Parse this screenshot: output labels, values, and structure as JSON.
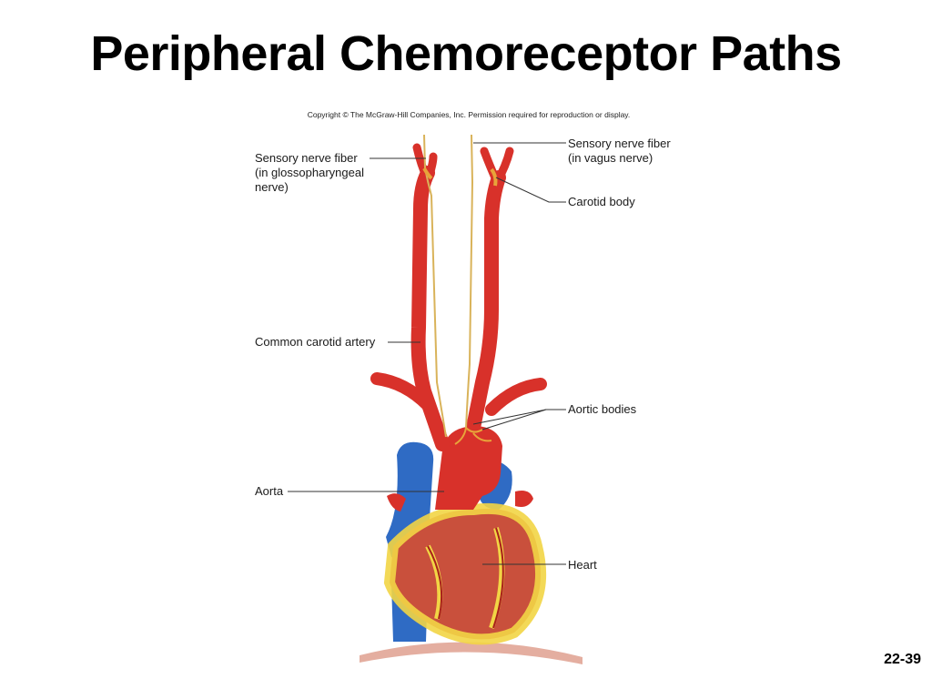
{
  "slide": {
    "title": "Peripheral Chemoreceptor Paths",
    "copyright": "Copyright © The McGraw-Hill Companies, Inc. Permission required for reproduction or display.",
    "slide_number": "22-39"
  },
  "labels": {
    "sensory_glosso_line1": "Sensory nerve fiber",
    "sensory_glosso_line2": "(in glossopharyngeal",
    "sensory_glosso_line3": "nerve)",
    "sensory_vagus_line1": "Sensory nerve fiber",
    "sensory_vagus_line2": "(in vagus nerve)",
    "carotid_body": "Carotid body",
    "common_carotid_artery": "Common carotid artery",
    "aortic_bodies": "Aortic bodies",
    "aorta": "Aorta",
    "heart": "Heart"
  },
  "colors": {
    "artery": "#d8312a",
    "artery_dark": "#a9201b",
    "vein": "#2f6bc4",
    "vein_dark": "#1f4d96",
    "fat": "#f2d545",
    "nerve": "#d9b35a",
    "muscle": "#c9503c",
    "leader_line": "#333333"
  }
}
